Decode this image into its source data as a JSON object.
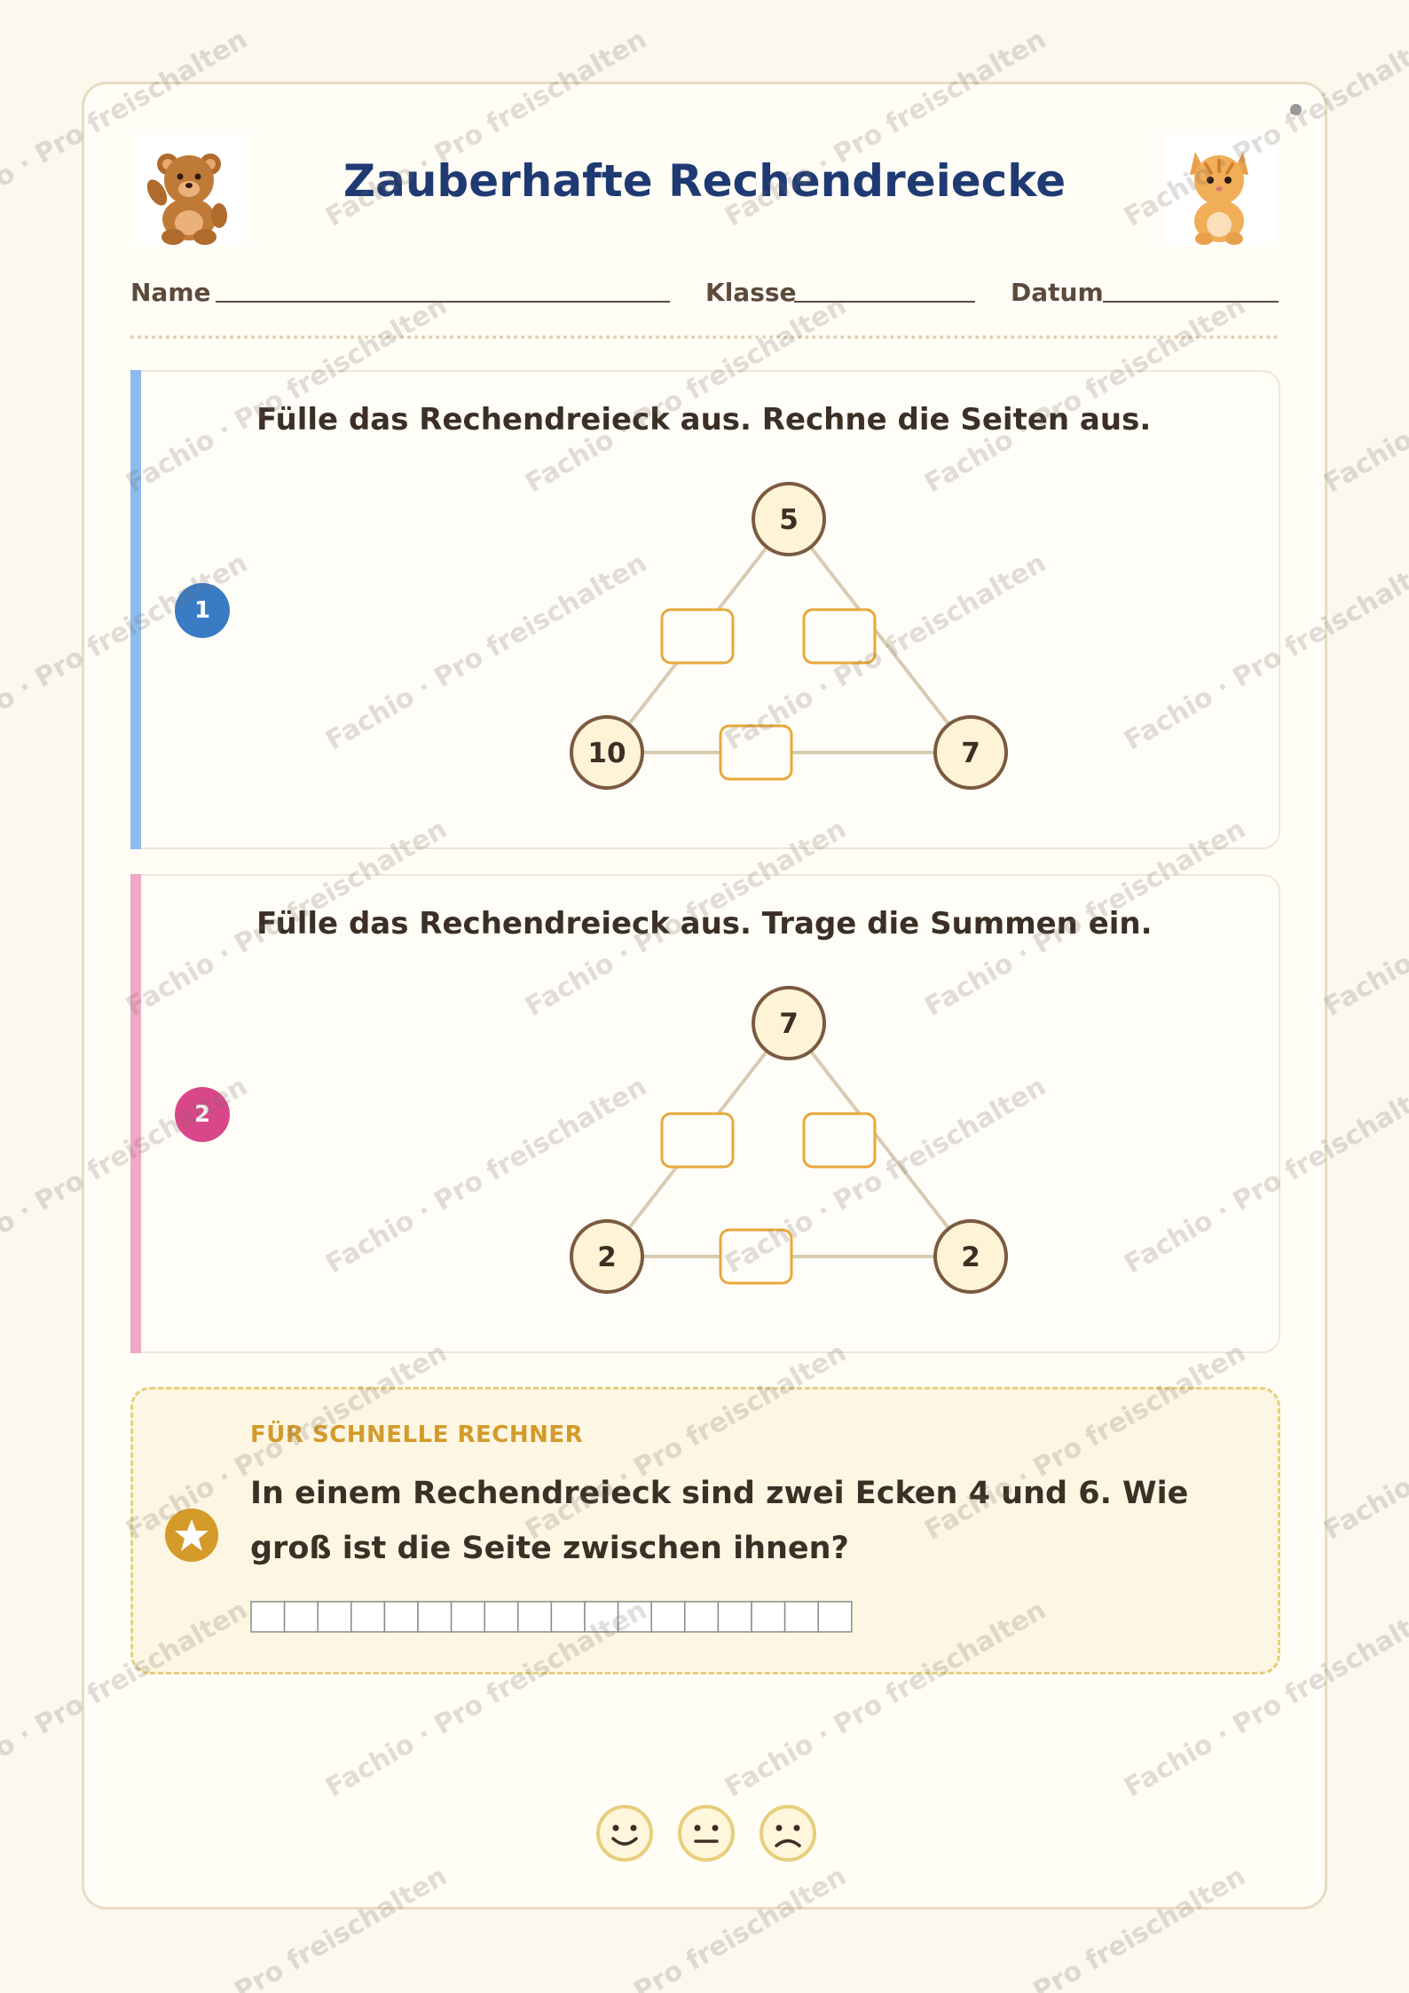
{
  "header": {
    "title": "Zauberhafte Rechendreiecke",
    "fields": [
      {
        "label": "Name"
      },
      {
        "label": "Klasse"
      },
      {
        "label": "Datum"
      }
    ]
  },
  "tasks": [
    {
      "number": "1",
      "instruction": "Fülle das Rechendreieck aus. Rechne die Seiten aus.",
      "accent_color": "#8dbbee",
      "badge_color": "#3a7cc4",
      "corners": {
        "top": "5",
        "left": "10",
        "right": "7"
      }
    },
    {
      "number": "2",
      "instruction": "Fülle das Rechendreieck aus. Trage die Summen ein.",
      "accent_color": "#f0a8c4",
      "badge_color": "#d9478a",
      "corners": {
        "top": "7",
        "left": "2",
        "right": "2"
      }
    }
  ],
  "challenge": {
    "kicker": "FÜR SCHNELLE RECHNER",
    "question": "In einem Rechendreieck sind zwei Ecken 4 und 6. Wie groß ist die Seite zwischen ihnen?",
    "answer_box_count": 18,
    "icon": "star-icon"
  },
  "feedback": {
    "faces": [
      "happy-face-icon",
      "neutral-face-icon",
      "sad-face-icon"
    ]
  },
  "watermark": {
    "text": "Fachio · Pro freischalten"
  },
  "colors": {
    "title": "#1f3a73",
    "circle_fill": "#fdf3d6",
    "circle_stroke": "#7a5a40",
    "box_stroke": "#e8a83a",
    "challenge_border": "#e6cf7c",
    "kicker": "#d49a2a"
  }
}
